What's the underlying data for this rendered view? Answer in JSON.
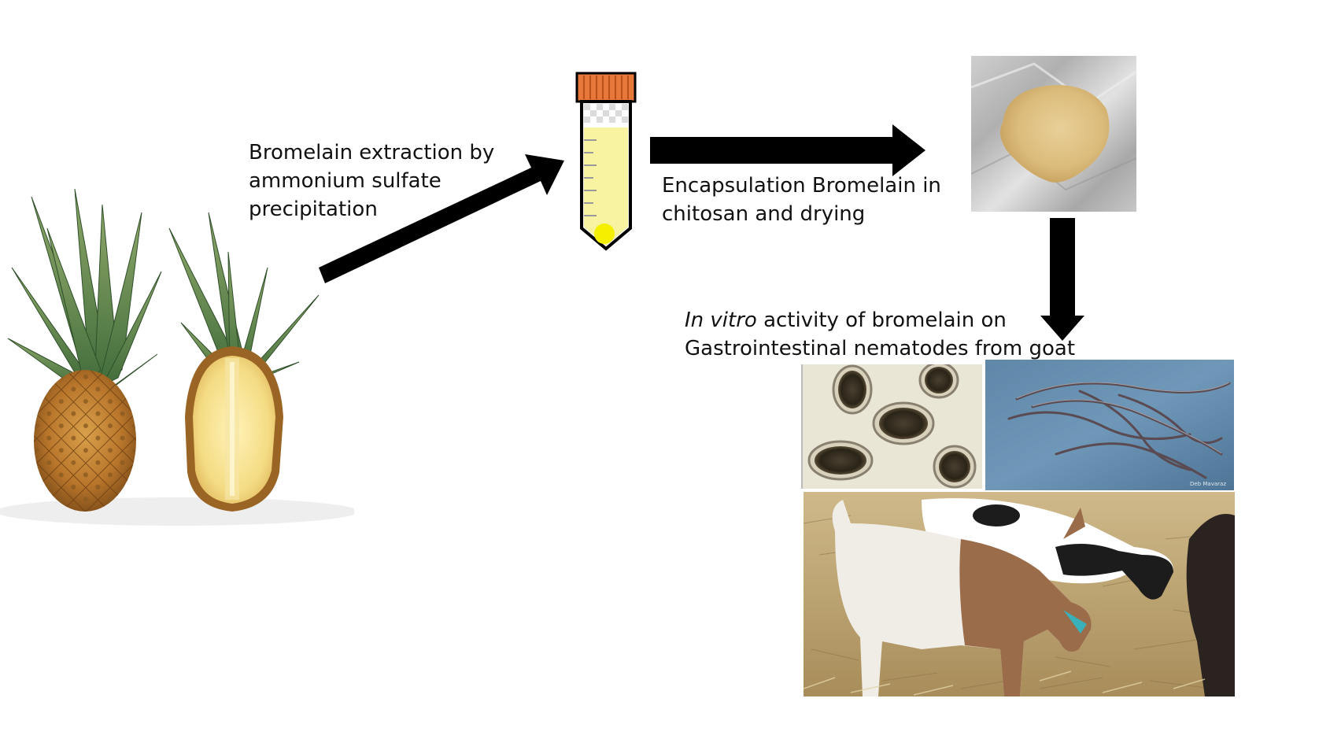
{
  "steps": {
    "extraction": {
      "line1": "Bromelain extraction by",
      "line2": "ammonium sulfate",
      "line3": "precipitation"
    },
    "encapsulation": {
      "line1": "Encapsulation Bromelain in",
      "line2": "chitosan and drying"
    },
    "activity": {
      "line1_italic": "In vitro",
      "line1_rest": " activity of bromelain on",
      "line2": "Gastrointestinal nematodes from goat"
    }
  },
  "images": {
    "pineapple": "pineapple-photo",
    "tube": "centrifuge-tube-illustration",
    "powder": "encapsulated-powder-photo",
    "eggs": "nematode-eggs-micrograph",
    "larvae": "nematode-larvae-micrograph",
    "goats": "goats-photo"
  },
  "micrograph_credit": "Deb Mavaraz"
}
